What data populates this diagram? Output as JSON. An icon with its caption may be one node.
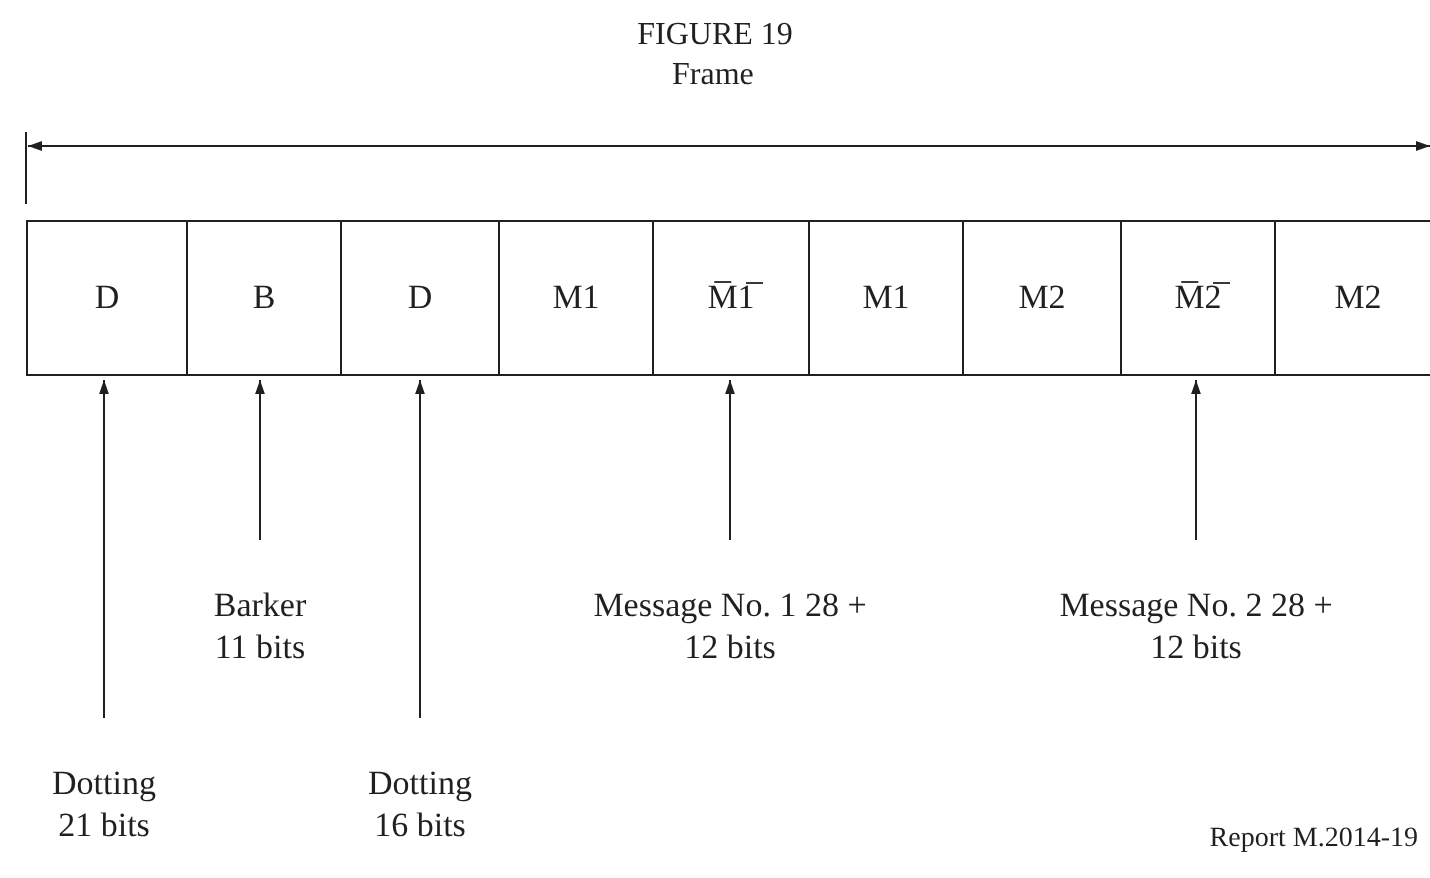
{
  "diagram": {
    "title": "FIGURE 19",
    "nodes": [
      {
        "text": [
          "D"
        ]
      },
      {
        "text": [
          "B"
        ]
      },
      {
        "text": [
          "D"
        ]
      },
      {
        "text": [
          "M1"
        ]
      },
      {
        "text": [
          "M̅1̅"
        ]
      },
      {
        "text": [
          "M1"
        ]
      },
      {
        "text": [
          "M2"
        ]
      },
      {
        "text": [
          "M̅2̅"
        ]
      },
      {
        "text": [
          "M2"
        ]
      },
      {
        "text": [
          "Dotting 21 bits"
        ]
      },
      {
        "text": [
          "Barker 11 bits"
        ]
      },
      {
        "text": [
          "Dotting 16 bits"
        ]
      },
      {
        "text": [
          "Message No. 1 28 + 12 bits"
        ]
      },
      {
        "text": [
          "Message No. 2 28 + 12 bits"
        ]
      }
    ],
    "edges": [
      {
        "from": 9,
        "to": 0,
        "arrow": "to"
      },
      {
        "from": 10,
        "to": 1,
        "arrow": "to"
      },
      {
        "from": 11,
        "to": 2,
        "arrow": "to"
      },
      {
        "from": 12,
        "to": 4,
        "arrow": "to"
      },
      {
        "from": 13,
        "to": 7,
        "arrow": "to"
      }
    ],
    "labels": [
      "Frame",
      "Report M.2014-19"
    ]
  }
}
